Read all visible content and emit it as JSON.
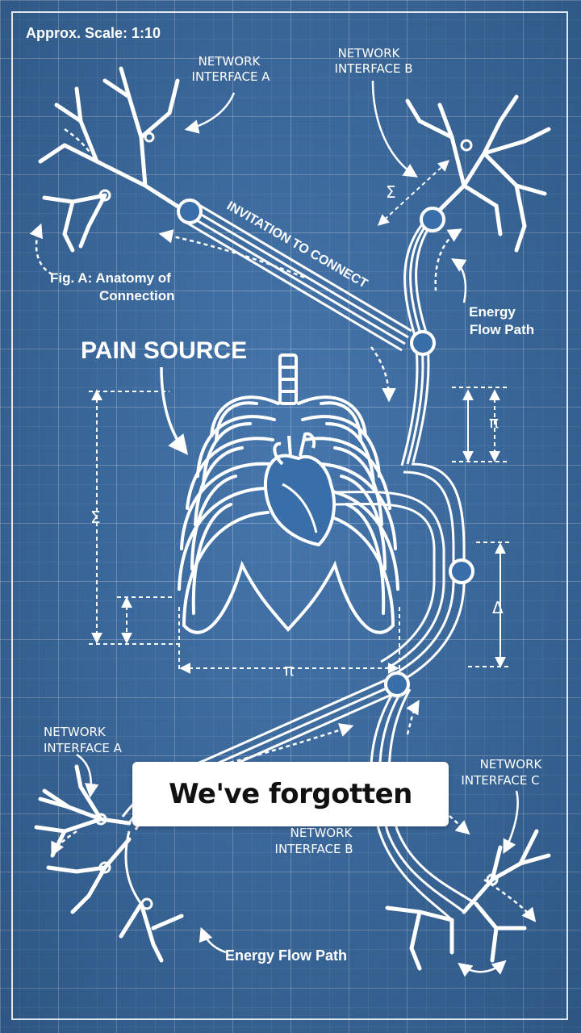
{
  "scale_label": "Approx. Scale: 1:10",
  "labels": {
    "network_interface_a_top": [
      "NETWORK",
      "INTERFACE A"
    ],
    "network_interface_b_top": [
      "NETWORK",
      "INTERFACE B"
    ],
    "invitation": "INVITATION TO CONNECT",
    "fig_a": [
      "Fig. A: Anatomy of",
      "Connection"
    ],
    "energy_flow_right": [
      "Energy",
      "Flow Path"
    ],
    "pain_source": "PAIN SOURCE",
    "network_interface_a_bottom": [
      "NETWORK",
      "INTERFACE A"
    ],
    "network_interface_c": [
      "NETWORK",
      "INTERFACE C"
    ],
    "network_interface_b_bottom": [
      "NETWORK",
      "INTERFACE B"
    ],
    "energy_flow_bottom": "Energy Flow Path"
  },
  "dimension_symbols": {
    "sigma": "Σ",
    "pi": "π",
    "delta": "Δ"
  },
  "caption": "We've forgotten",
  "colors": {
    "blueprint_bg": "#3a6ea8",
    "line": "#ffffff",
    "caption_bg": "#ffffff",
    "caption_text": "#111111"
  }
}
